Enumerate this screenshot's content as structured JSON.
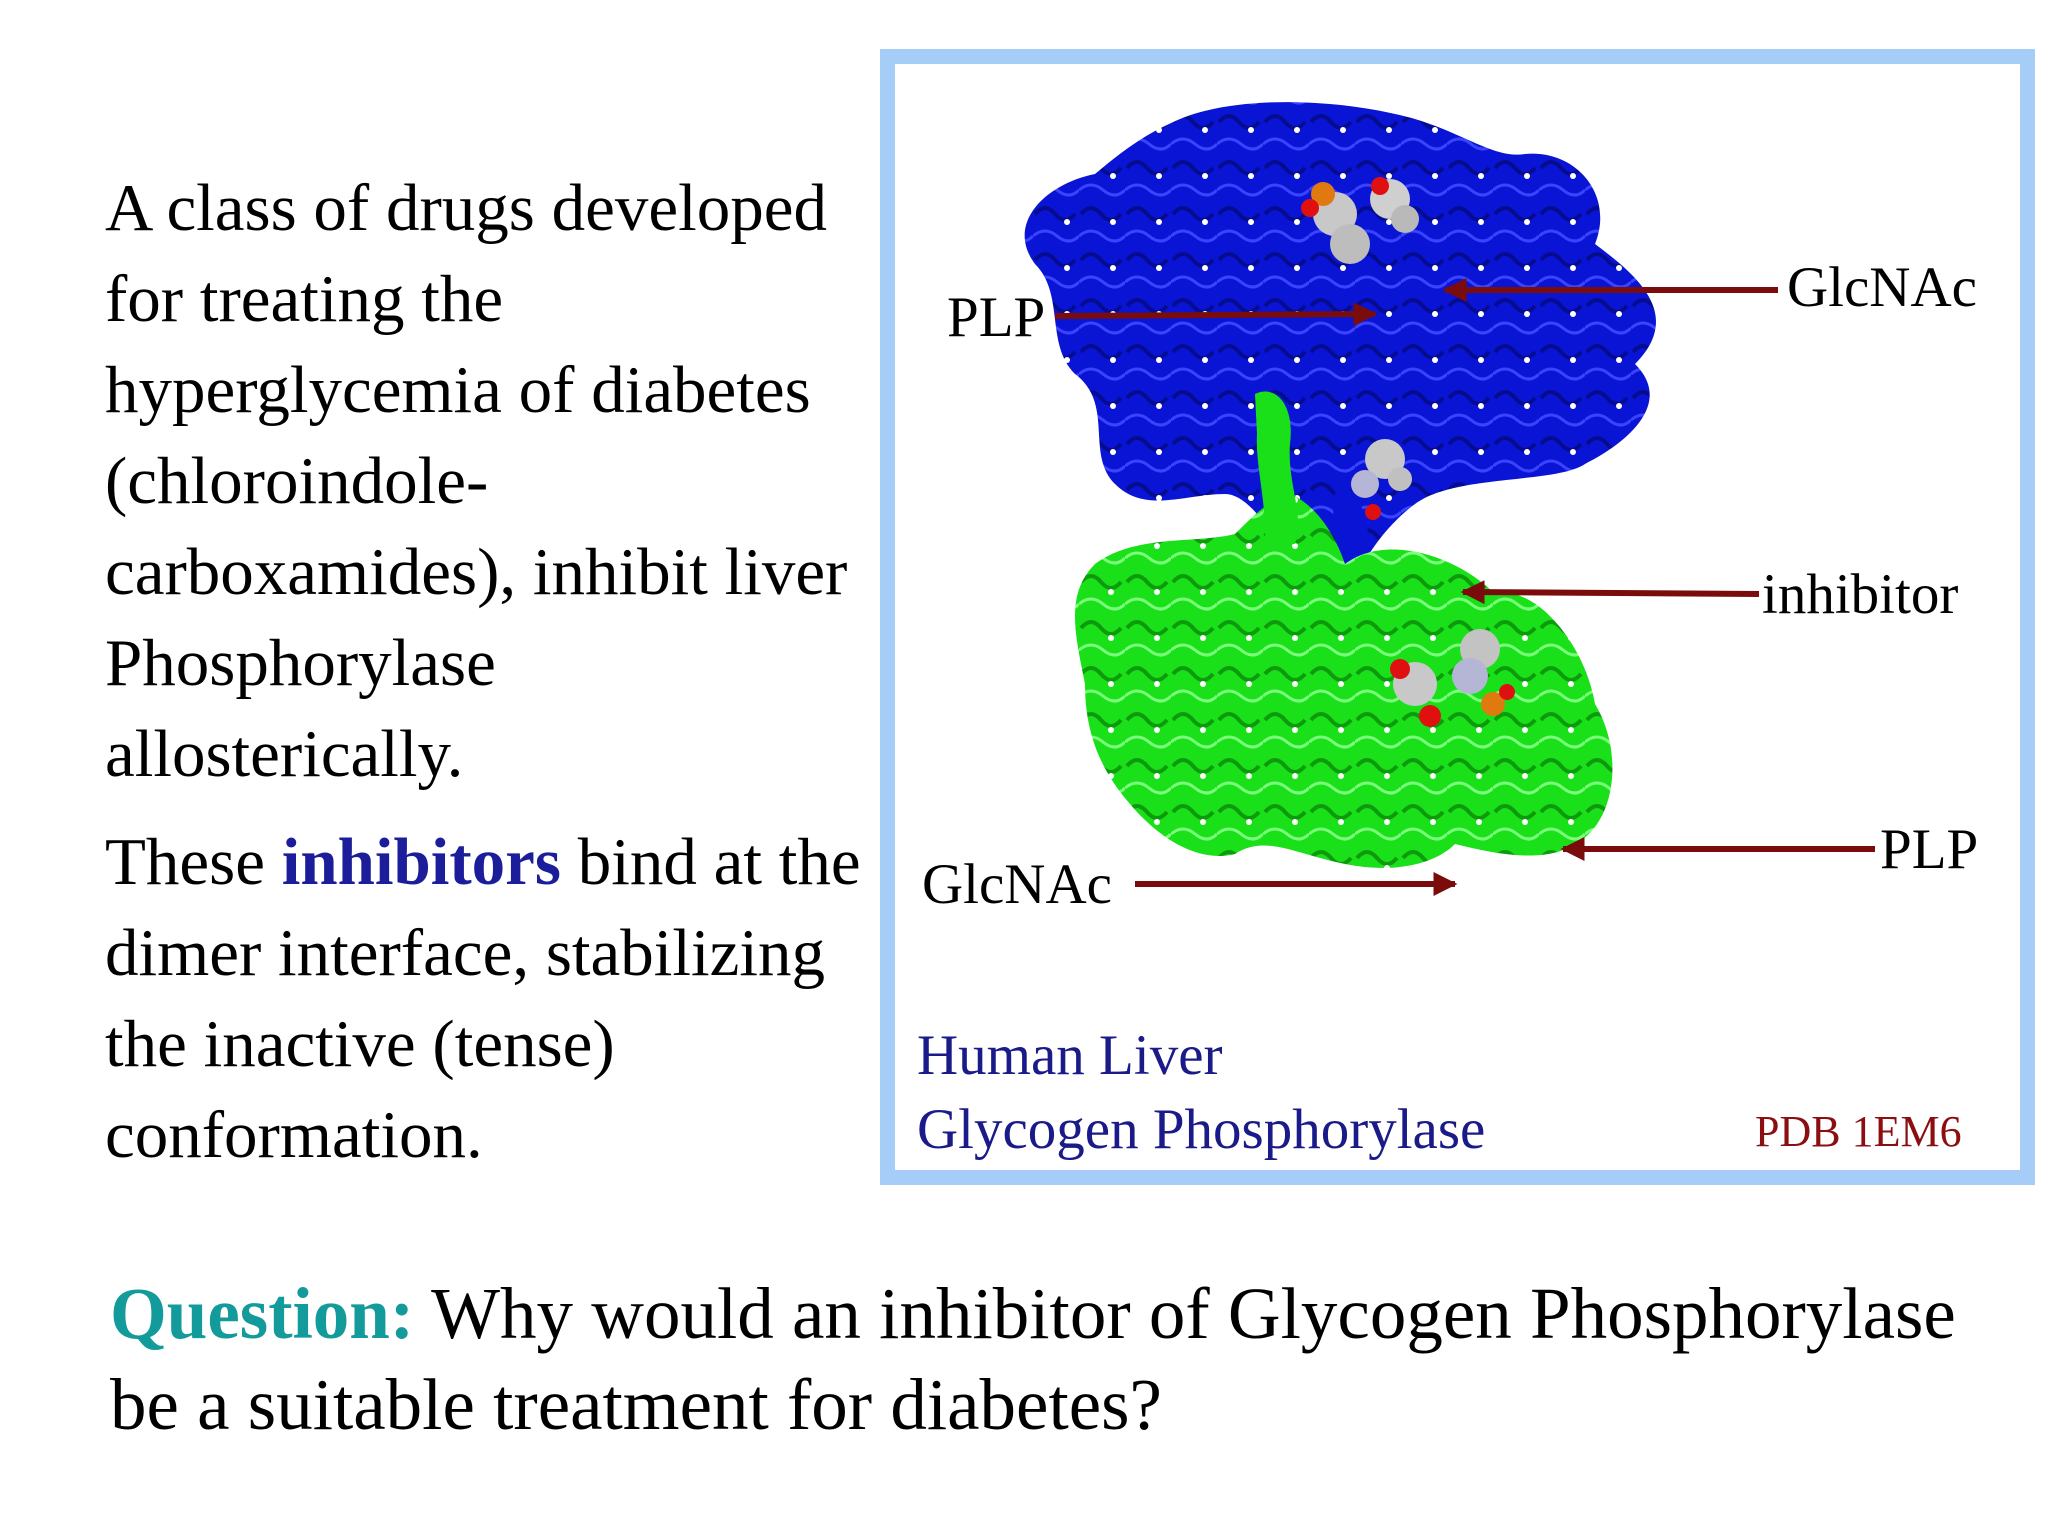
{
  "intro": {
    "paragraph1": "A class of drugs developed for treating the hyperglycemia of diabetes (chloroindole-carboxamides), inhibit liver Phosphorylase allosterically.",
    "paragraph2_before": "These ",
    "paragraph2_emphasis": "inhibitors",
    "paragraph2_after": " bind at the dimer interface, stabilizing the inactive (tense) conformation."
  },
  "figure": {
    "labels": {
      "plp_top": "PLP",
      "glcnac_top": "GlcNAc",
      "inhibitor": "inhibitor",
      "glcnac_bottom": "GlcNAc",
      "plp_bottom": "PLP"
    },
    "caption_line1": "Human Liver",
    "caption_line2": "Glycogen Phosphorylase",
    "pdb_id": "PDB 1EM6",
    "colors": {
      "border": "#a5cdf7",
      "top_subunit": "#0a14d4",
      "bottom_subunit": "#19e019",
      "arrow": "#7a0c0c",
      "caption": "#1a1a88",
      "pdb": "#8b0f10"
    }
  },
  "question": {
    "label": "Question:",
    "text": " Why would an inhibitor of Glycogen Phosphorylase be a suitable treatment for diabetes?"
  }
}
